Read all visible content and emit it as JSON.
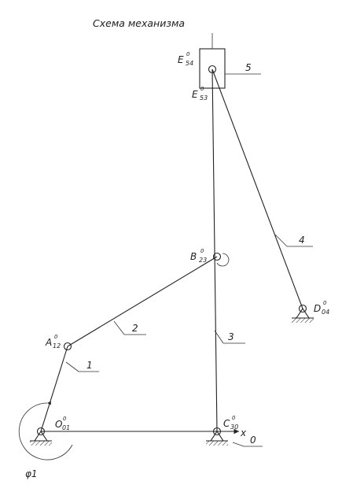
{
  "title": "Схема механизма",
  "points": {
    "O": {
      "main": "O",
      "sub": "01",
      "sup": "0"
    },
    "A": {
      "main": "A",
      "sub": "12",
      "sup": "0"
    },
    "B": {
      "main": "B",
      "sub": "23",
      "sup": "0"
    },
    "C": {
      "main": "C",
      "sub": "30",
      "sup": "0"
    },
    "D": {
      "main": "D",
      "sub": "04",
      "sup": "0"
    },
    "E53": {
      "main": "E",
      "sub": "53",
      "sup": "0"
    },
    "E54": {
      "main": "E",
      "sub": "54",
      "sup": "0"
    }
  },
  "links": {
    "l1": "1",
    "l2": "2",
    "l3": "3",
    "l4": "4",
    "l5": "5",
    "l0": "0"
  },
  "axis_x": "x",
  "angle": "φ1"
}
